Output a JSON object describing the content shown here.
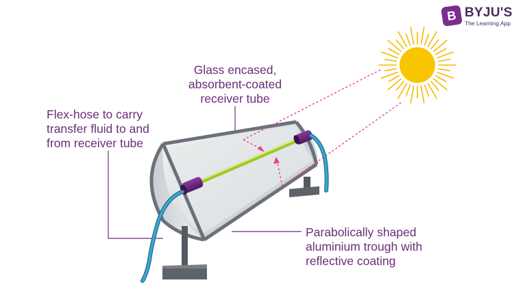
{
  "brand": {
    "name": "BYJU'S",
    "badge_letter": "B",
    "tagline": "The Learning App",
    "color": "#7b2d8e"
  },
  "labels": {
    "receiver_tube": [
      "Glass encased,",
      "absorbent-coated",
      "receiver tube"
    ],
    "flex_hose": [
      "Flex-hose to carry",
      "transfer fluid to and",
      "from receiver tube"
    ],
    "trough": [
      "Parabolically shaped",
      "aluminium trough with",
      "reflective coating"
    ]
  },
  "colors": {
    "label_text": "#6b2d7a",
    "sun": "#f7c600",
    "sun_rays": "#f5b800",
    "ray_lines": "#e8409a",
    "receiver_tube": "#b5d93b",
    "hose": "#2b93b8",
    "frame": "#6b7178",
    "end_caps": "#5a2070"
  },
  "icons": {
    "sun": "sun-icon",
    "logo": "byjus-logo-icon"
  }
}
